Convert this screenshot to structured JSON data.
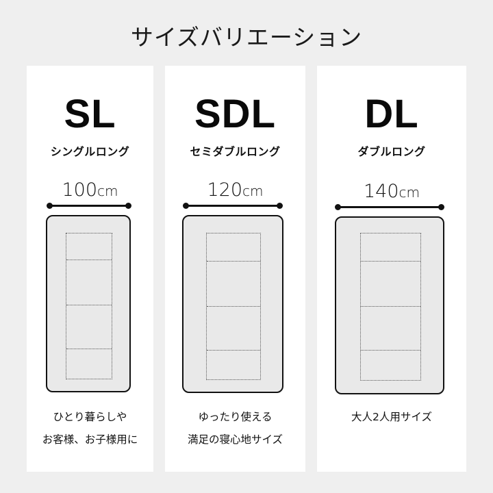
{
  "title": "サイズバリエーション",
  "colors": {
    "background": "#efefef",
    "card": "#ffffff",
    "mattress_fill": "#e9e9e9",
    "ink": "#111111"
  },
  "sizes": [
    {
      "code": "SL",
      "name": "シングルロング",
      "width_value": "100",
      "width_unit": "cm",
      "description": [
        "ひとり暮らしや",
        "お客様、お子様用に"
      ]
    },
    {
      "code": "SDL",
      "name": "セミダブルロング",
      "width_value": "120",
      "width_unit": "cm",
      "description": [
        "ゆったり使える",
        "満足の寝心地サイズ"
      ]
    },
    {
      "code": "DL",
      "name": "ダブルロング",
      "width_value": "140",
      "width_unit": "cm",
      "description": [
        "大人2人用サイズ"
      ]
    }
  ]
}
